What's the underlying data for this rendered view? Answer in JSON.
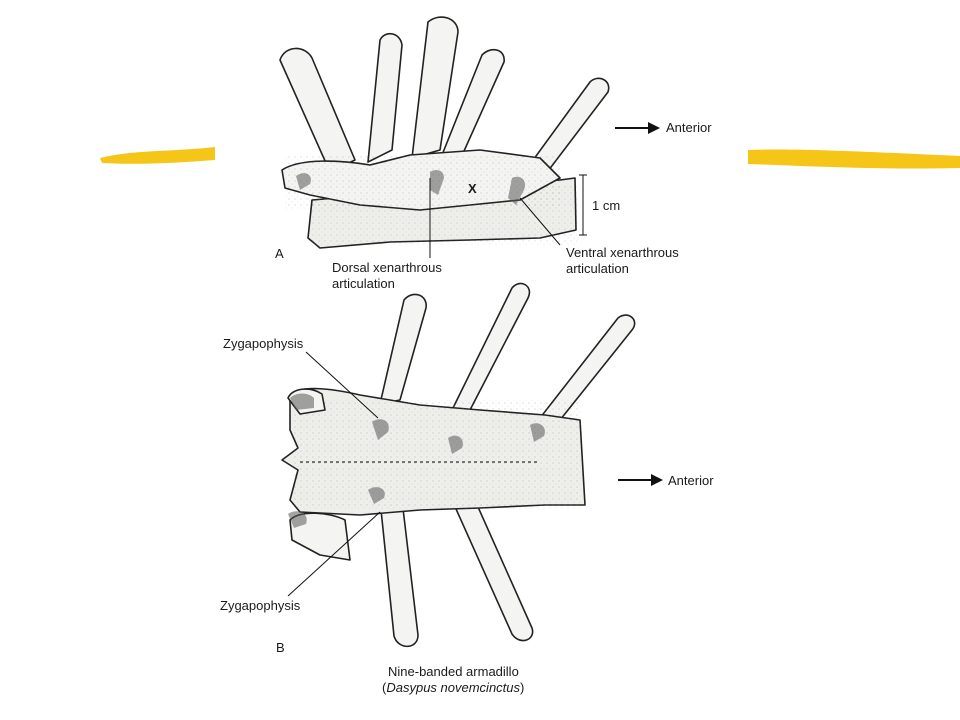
{
  "panel_a": {
    "letter": "A",
    "x_mark": "X",
    "scale_label": "1 cm",
    "anterior_label": "Anterior",
    "dorsal_label_line1": "Dorsal xenarthrous",
    "dorsal_label_line2": "articulation",
    "ventral_label_line1": "Ventral xenarthrous",
    "ventral_label_line2": "articulation"
  },
  "panel_b": {
    "letter": "B",
    "anterior_label": "Anterior",
    "zygapophysis_top": "Zygapophysis",
    "zygapophysis_bottom": "Zygapophysis"
  },
  "caption": {
    "line1": "Nine-banded armadillo",
    "line2_open": "(",
    "species": "Dasypus novemcinctus",
    "line2_close": ")"
  },
  "colors": {
    "accent_brush": "#f5c518",
    "line": "#111111",
    "bone_fill": "#f4f4f2"
  }
}
